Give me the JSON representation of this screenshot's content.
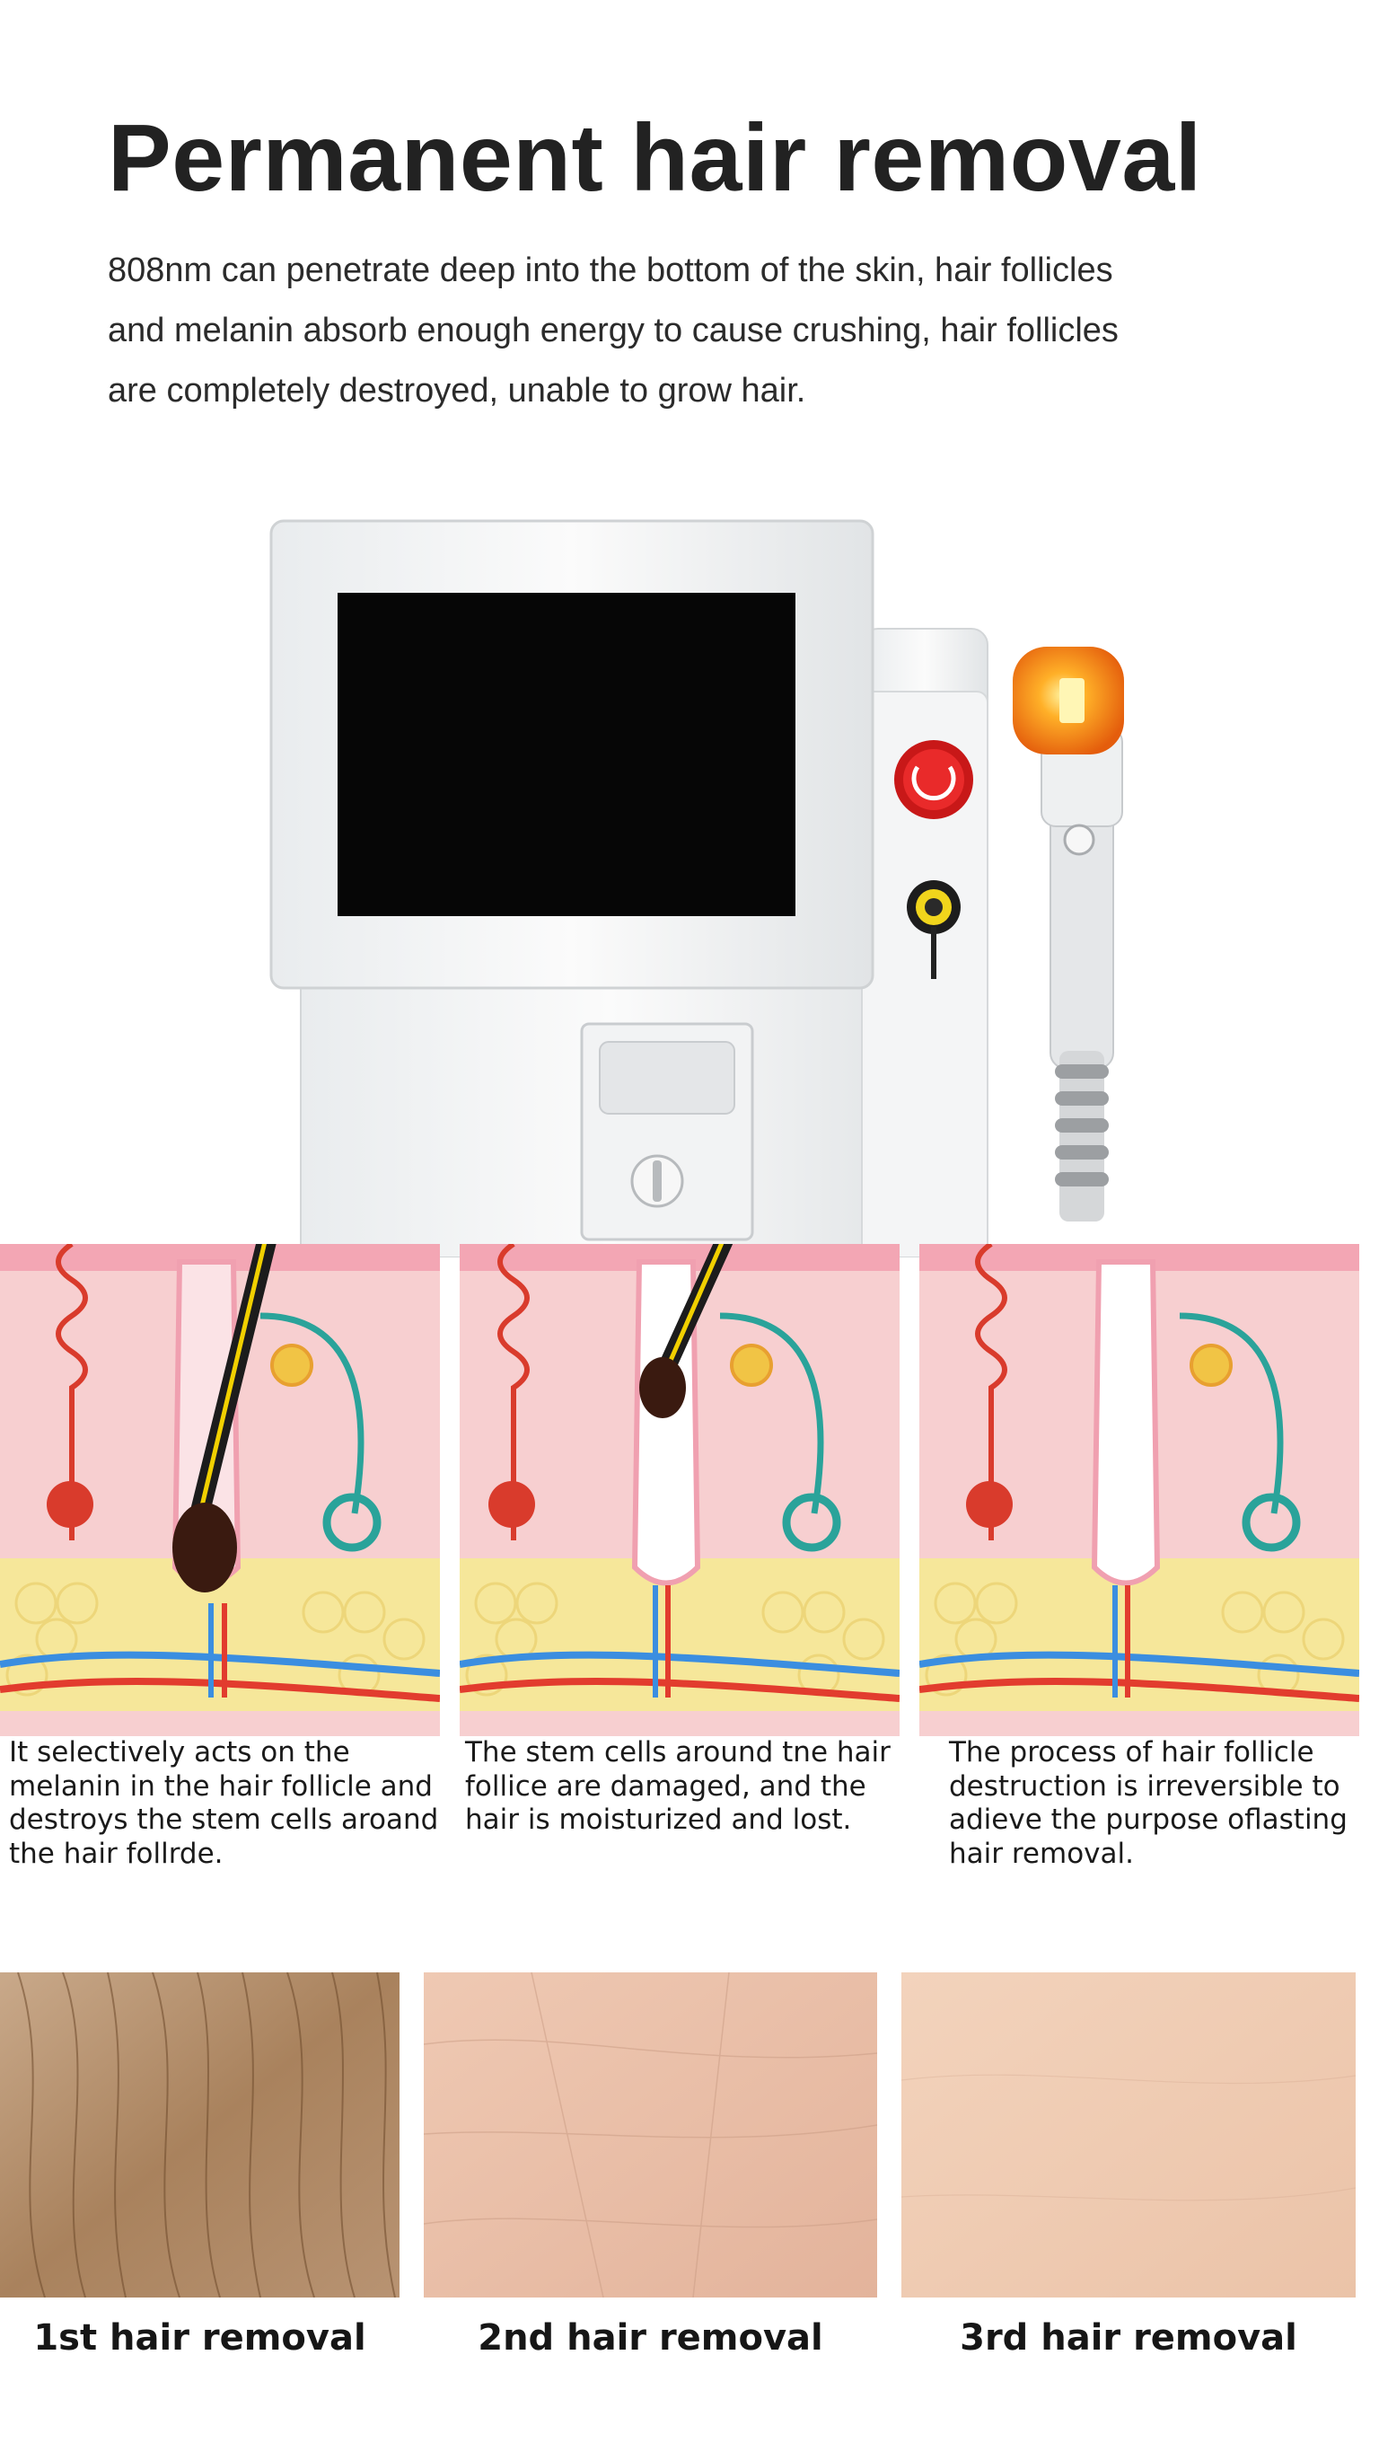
{
  "title": "Permanent hair removal",
  "description": [
    "808nm can penetrate deep into the bottom of the skin, hair follicles",
    "and melanin absorb enough energy to cause crushing, hair follicles",
    "are completely destroyed, unable to grow hair."
  ],
  "stages": [
    {
      "caption": [
        "It selectively acts on the",
        "melanin in the hair follicle and",
        "destroys the stem cells aroand",
        "the hair follrde."
      ]
    },
    {
      "caption": [
        "The stem cells around tne hair",
        "follice are damaged, and the",
        "hair is moisturized and lost."
      ]
    },
    {
      "caption": [
        "The process of hair follicle",
        "destruction is irreversible to",
        "adieve the purpose oflasting",
        "hair removal."
      ]
    }
  ],
  "results": [
    {
      "label": "1st hair removal"
    },
    {
      "label": "2nd hair removal"
    },
    {
      "label": "3rd hair removal"
    }
  ],
  "colors": {
    "skin_surface": "#f3a6b4",
    "dermis": "#f7cfd0",
    "fat": "#f6e79a",
    "vein_red": "#d93b2c",
    "nerve_teal": "#2aa39a",
    "laser_orange": "#ff8a1e",
    "stop_button_red": "#e02020"
  }
}
